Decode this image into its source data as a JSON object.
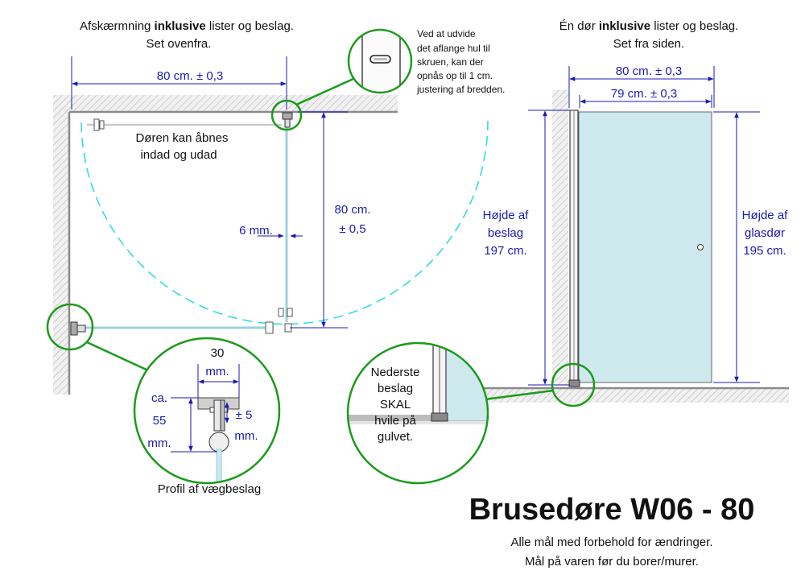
{
  "colors": {
    "dimension": "#1a1ab5",
    "callout": "#1a9b1a",
    "door_arc": "#33dddd",
    "glass": "#cde9ee",
    "hatch": "#b8b8b8"
  },
  "left_view": {
    "title_part1": "Afskærmning ",
    "title_bold": "inklusive",
    "title_part2": " lister og beslag.",
    "subtitle": "Set ovenfra.",
    "width_dim": "80 cm. ± 0,3",
    "depth_dim_line1": "80 cm.",
    "depth_dim_line2": "± 0,5",
    "gap_dim": "6 mm.",
    "door_note_line1": "Døren kan åbnes",
    "door_note_line2": "indad og udad",
    "hole_note": [
      "Ved at udvide",
      "det aflange hul til",
      "skruen, kan der",
      "opnås op til 1 cm.",
      "justering af bredden."
    ]
  },
  "profile_detail": {
    "width_dim_line1": "30",
    "width_dim_line2": "mm.",
    "depth_dim_line1": "ca.",
    "depth_dim_line2": "55",
    "depth_dim_line3": "mm.",
    "adjust_dim_line1": "± 5",
    "adjust_dim_line2": "mm.",
    "caption": "Profil af vægbeslag"
  },
  "right_view": {
    "title_part1": "Én dør ",
    "title_bold": "inklusive",
    "title_part2": " lister og beslag.",
    "subtitle": "Set fra siden.",
    "outer_width_dim": "80 cm.  ± 0,3",
    "glass_width_dim": "79 cm.  ± 0,3",
    "fitting_height_line1": "Højde af",
    "fitting_height_line2": "beslag",
    "fitting_height_line3": "197 cm.",
    "glass_height_line1": "Højde af",
    "glass_height_line2": "glasdør",
    "glass_height_line3": "195 cm.",
    "floor_note": [
      "Nederste",
      "beslag",
      "SKAL",
      "hvile på",
      "gulvet."
    ]
  },
  "footer": {
    "product_title": "Brusedøre W06 - 80",
    "note_line1": "Alle mål med forbehold for ændringer.",
    "note_line2": "Mål på varen før du borer/murer."
  }
}
